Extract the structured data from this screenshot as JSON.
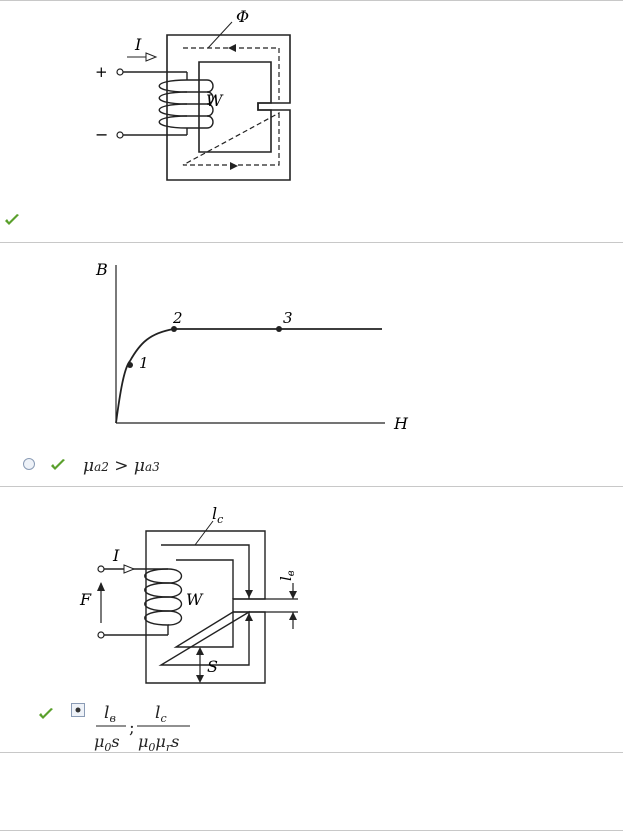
{
  "q1": {
    "flux_label": "Φ",
    "current_label": "I",
    "plus_label": "+",
    "minus_label": "−",
    "winding_label": "W"
  },
  "q2": {
    "b_axis": "B",
    "h_axis": "H",
    "points": [
      "1",
      "2",
      "3"
    ],
    "answer": {
      "lhs": "μ",
      "lhs_sub": "a2",
      "op": ">",
      "rhs": "μ",
      "rhs_sub": "a3"
    }
  },
  "q3": {
    "lc_label": "l",
    "lc_sub": "c",
    "lv_label": "l",
    "lv_sub": "в",
    "current_label": "I",
    "mmf_label": "F",
    "winding_label": "W",
    "area_label": "S",
    "answer": {
      "num1": "l",
      "num1_sub": "в",
      "den1": "μ",
      "den1_sub": "0",
      "den1_tail": "s",
      "sep": ";",
      "num2": "l",
      "num2_sub": "c",
      "den2": "μ",
      "den2_sub": "0",
      "den2_mu": "μ",
      "den2_sub2": "r",
      "den2_tail": "s"
    }
  },
  "colors": {
    "check": "#5aa02c",
    "rule": "#c8c8c8"
  }
}
